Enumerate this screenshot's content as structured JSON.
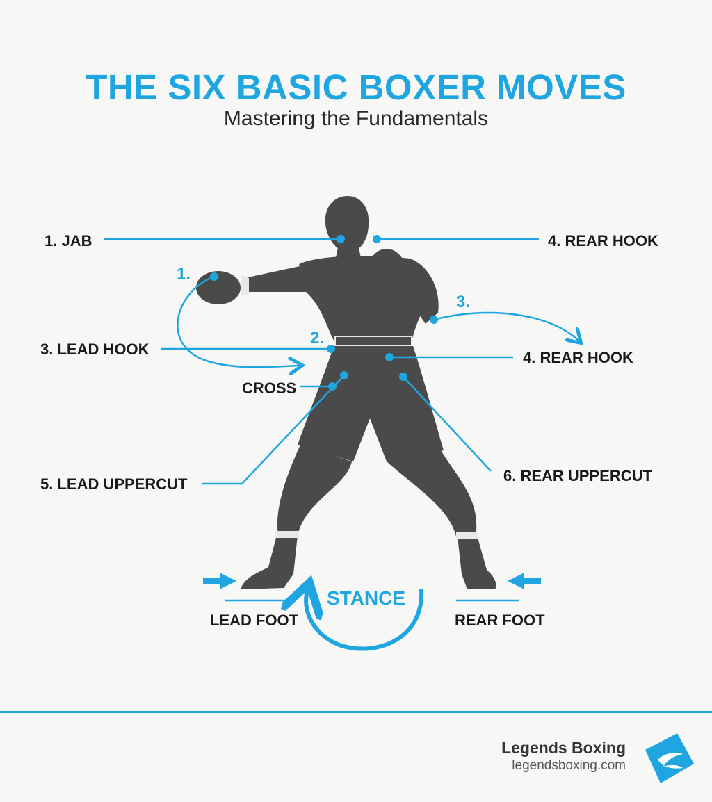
{
  "header": {
    "title": "THE SIX BASIC BOXER MOVES",
    "subtitle": "Mastering the Fundamentals"
  },
  "labels": {
    "jab": "1. JAB",
    "rear_hook_top": "4. REAR HOOK",
    "lead_hook": "3. LEAD HOOK",
    "rear_hook_mid": "4. REAR HOOK",
    "cross": "CROSS",
    "lead_uppercut": "5. LEAD UPPERCUT",
    "rear_uppercut": "6. REAR UPPERCUT",
    "lead_foot": "LEAD FOOT",
    "rear_foot": "REAR FOOT",
    "stance": "STANCE"
  },
  "markers": {
    "m1": "1.",
    "m2": "2.",
    "m3": "3."
  },
  "footer": {
    "brand": "Legends Boxing",
    "url": "legendsboxing.com"
  },
  "colors": {
    "accent": "#1fa6e0",
    "silhouette": "#4a4a4a",
    "text": "#1a1a1a"
  }
}
